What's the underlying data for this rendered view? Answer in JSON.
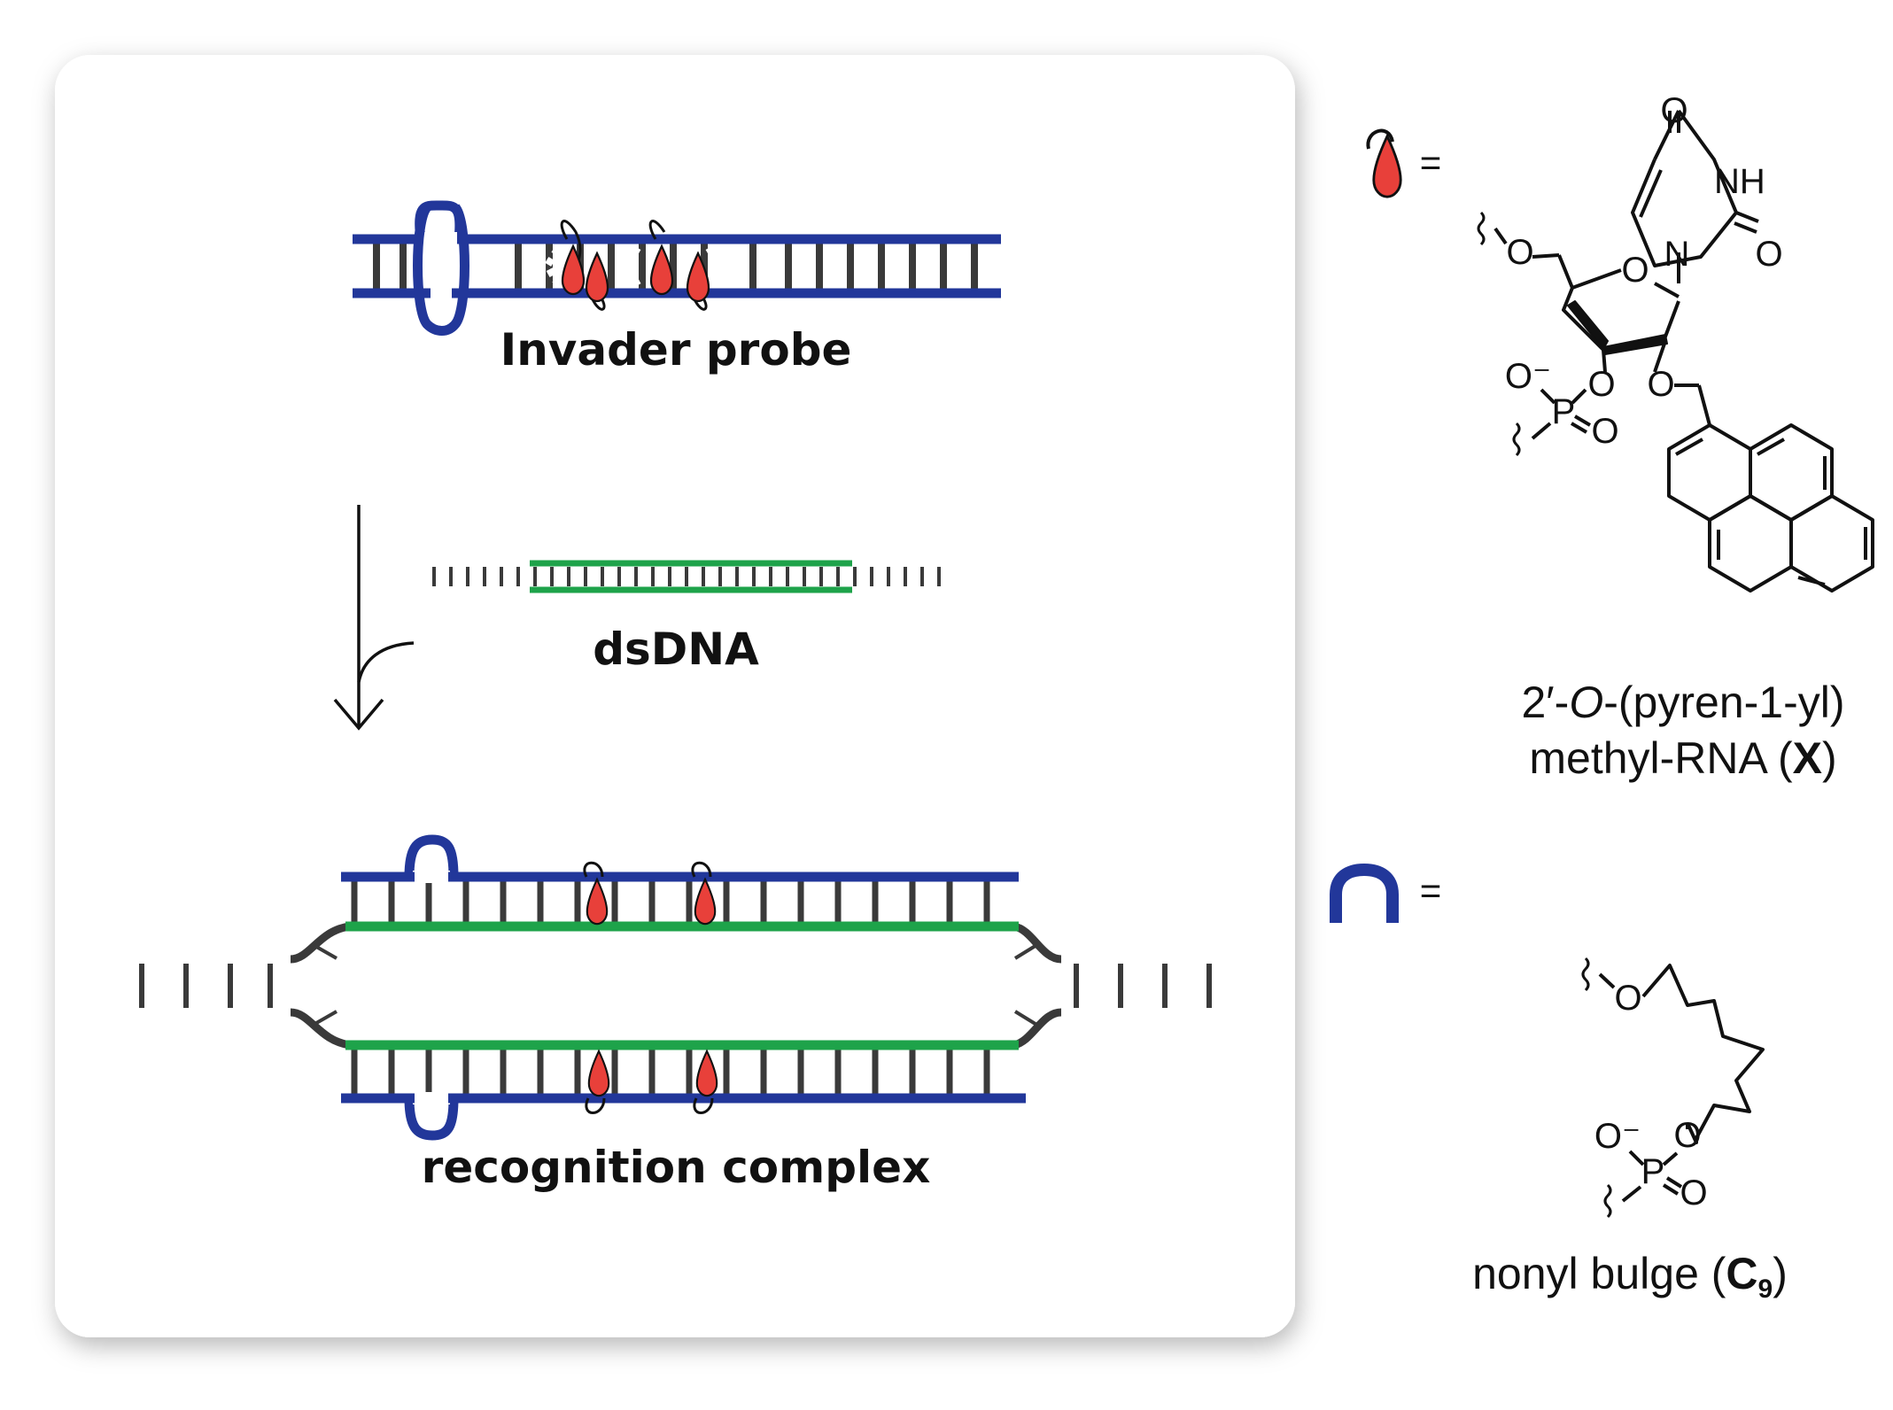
{
  "labels": {
    "invader_probe": "Invader probe",
    "dsdna": "dsDNA",
    "recognition_complex": "recognition complex",
    "equals": "="
  },
  "legend_x": {
    "caption_line1_prefix": "2′-",
    "caption_line1_italic": "O",
    "caption_line1_suffix": "-(pyren-1-yl)",
    "caption_line2_prefix": "methyl-RNA (",
    "caption_line2_bold": "X",
    "caption_line2_suffix": ")"
  },
  "legend_c9": {
    "caption_prefix": "nonyl bulge (",
    "caption_bold": "C",
    "caption_sub": "9",
    "caption_suffix": ")"
  },
  "atoms": {
    "O": "O",
    "NH": "NH",
    "N": "N",
    "P": "P",
    "O_minus": "O⁻"
  },
  "colors": {
    "probe_strand": "#22379a",
    "target_region": "#1ea34a",
    "duplex_strand": "#3a3a3a",
    "pyrene_drop": "#e8403a",
    "panel_bg": "#ffffff"
  }
}
